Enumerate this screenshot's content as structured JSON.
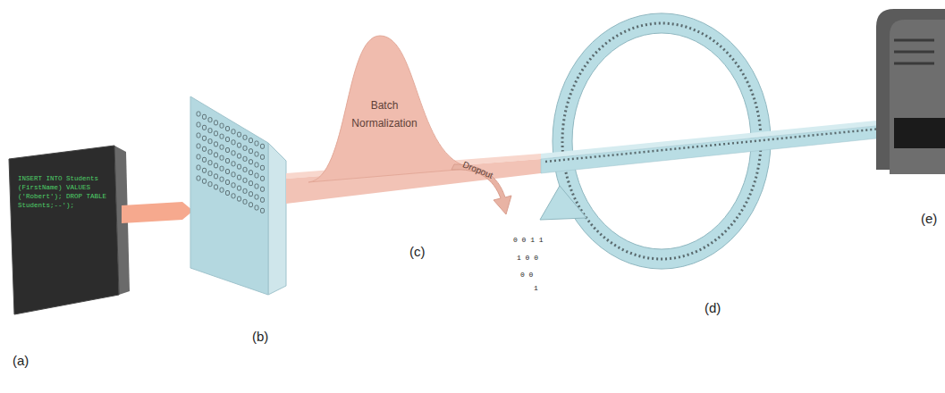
{
  "diagram": {
    "nodes": [
      {
        "text": [
          "INSERT INTO Students (FirstName) VALUES ('Robert'); DROP TABLE Students;--');"
        ]
      },
      {
        "text": [
          "Batch Normalization"
        ]
      }
    ],
    "labels": [
      "(a)",
      "(b)",
      "(c)",
      "Dropout",
      "0 0 1 1",
      "1 0 0",
      "0 0",
      "1",
      "(d)",
      "(e)"
    ]
  }
}
